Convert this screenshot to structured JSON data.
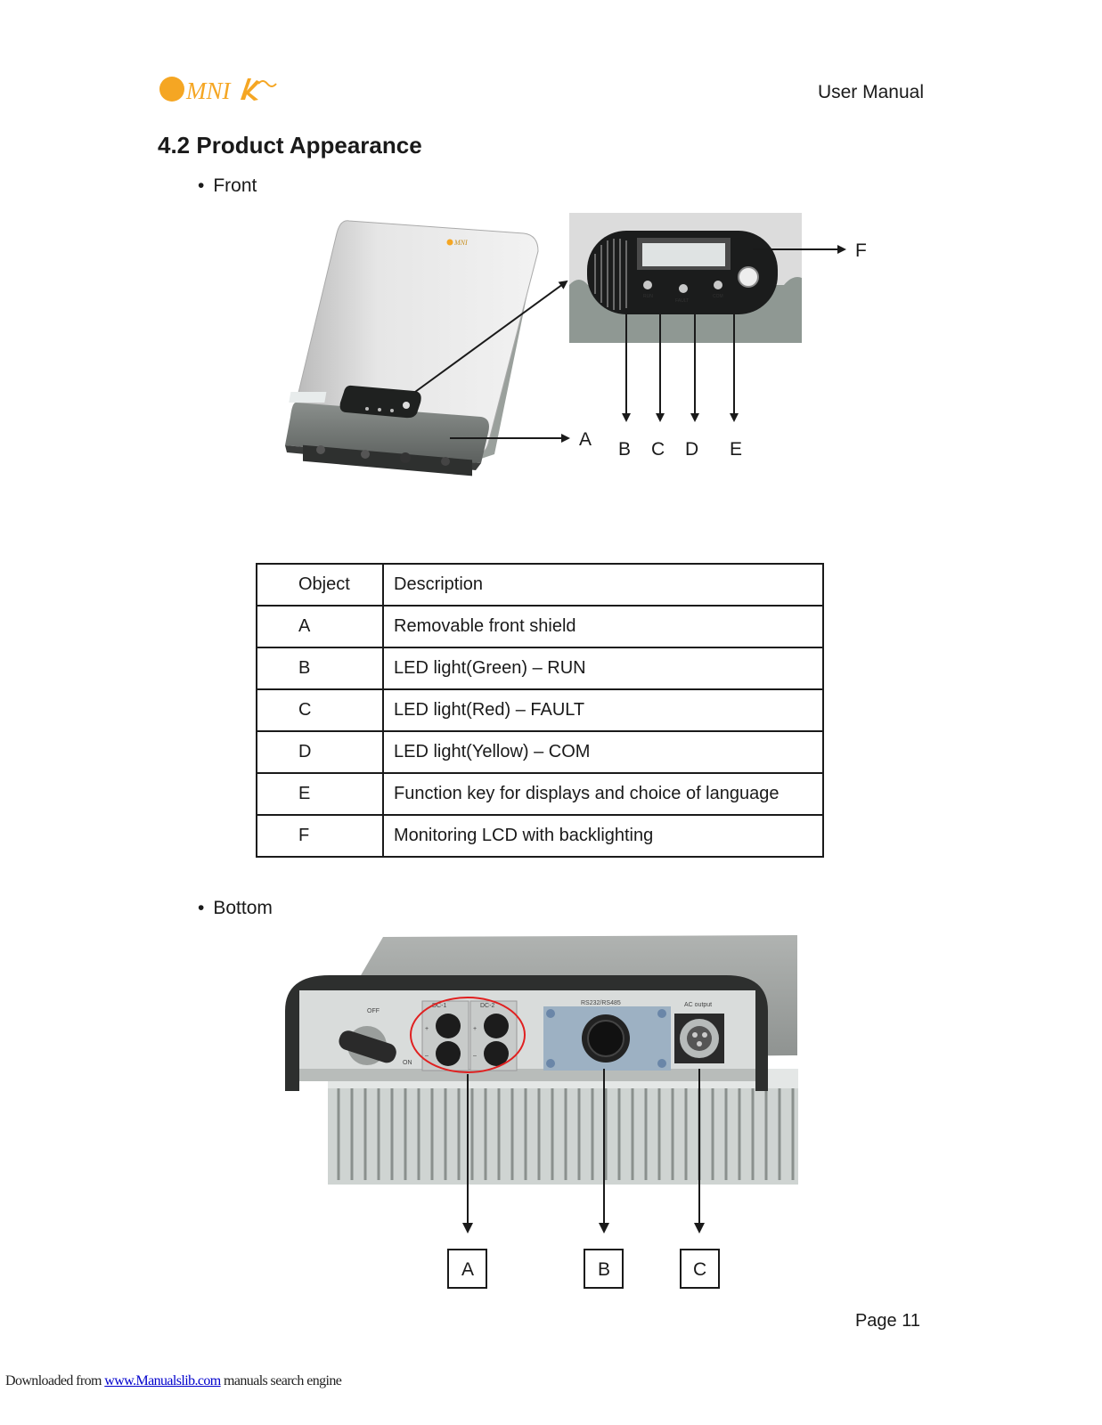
{
  "header": {
    "logo_text": "MNI",
    "title": "User Manual"
  },
  "section": {
    "title": "4.2  Product Appearance"
  },
  "front": {
    "bullet": "•",
    "label": "Front",
    "panel_labels": {
      "run": "RUN",
      "fault": "FAULT",
      "com": "COM"
    },
    "callouts": [
      "A",
      "B",
      "C",
      "D",
      "E",
      "F"
    ]
  },
  "table": {
    "headers": [
      "Object",
      "Description"
    ],
    "rows": [
      [
        "A",
        "Removable front shield"
      ],
      [
        "B",
        "LED light(Green) – RUN"
      ],
      [
        "C",
        "LED light(Red) – FAULT"
      ],
      [
        "D",
        "LED light(Yellow) – COM"
      ],
      [
        "E",
        "Function key for displays and choice of language"
      ],
      [
        "F",
        "Monitoring LCD with backlighting"
      ]
    ]
  },
  "bottom": {
    "bullet": "•",
    "label": "Bottom",
    "panel_labels": {
      "off": "OFF",
      "on": "ON",
      "dc1": "DC-1",
      "dc2": "DC-2",
      "rs": "RS232/RS485",
      "ac": "AC  output",
      "plus": "+",
      "minus": "–"
    },
    "callouts": [
      "A",
      "B",
      "C"
    ]
  },
  "page": {
    "number": "Page 11"
  },
  "footer": {
    "prefix": "Downloaded from ",
    "link": "www.Manualslib.com",
    "suffix": "  manuals search engine"
  },
  "colors": {
    "logo_orange": "#f5a623",
    "highlight_red": "#e02020",
    "link_blue": "#0000cc"
  }
}
